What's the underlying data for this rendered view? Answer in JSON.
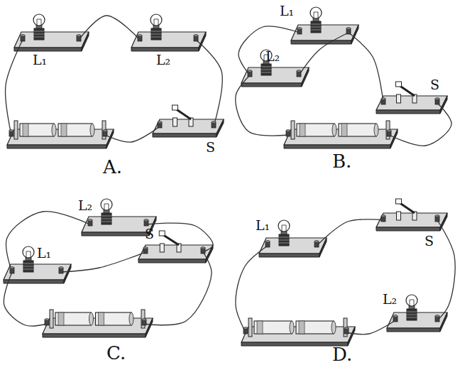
{
  "diagram": {
    "labels": [
      "L₁",
      "L₂",
      "S",
      "A.",
      "L₁",
      "L₂",
      "S",
      "B.",
      "L₂",
      "L₁",
      "S",
      "C.",
      "L₁",
      "S",
      "L₂",
      "D."
    ]
  }
}
